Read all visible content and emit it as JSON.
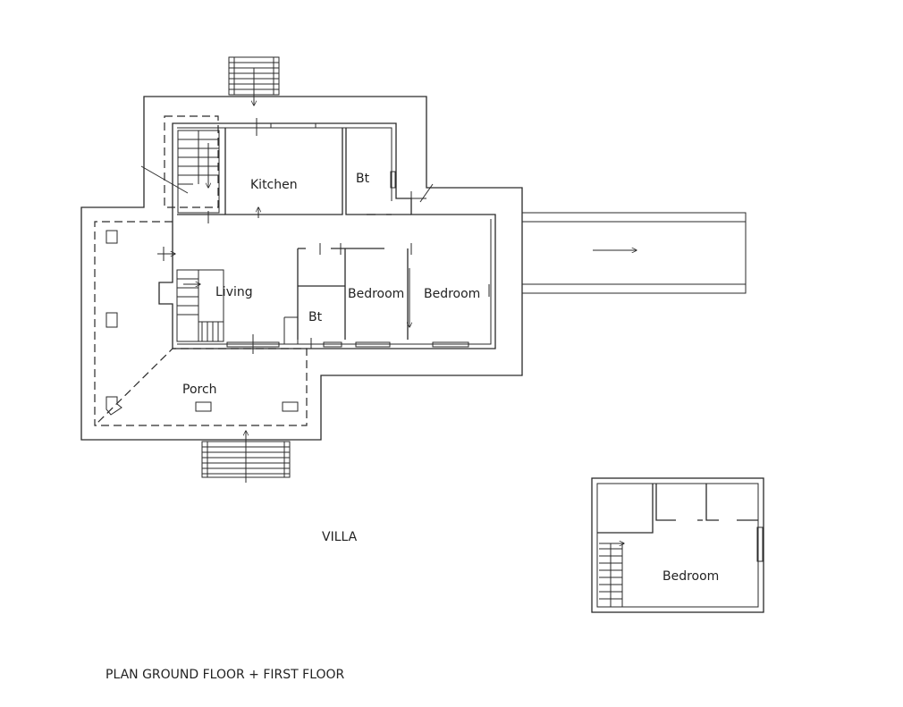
{
  "rooms": {
    "kitchen": "Kitchen",
    "bt_upper": "Bt",
    "living": "Living",
    "bedroom_1": "Bedroom",
    "bedroom_2": "Bedroom",
    "bt_lower": "Bt",
    "porch": "Porch",
    "bedroom_first_floor": "Bedroom"
  },
  "captions": {
    "villa": "VILLA",
    "plan": "PLAN GROUND FLOOR + FIRST FLOOR"
  }
}
